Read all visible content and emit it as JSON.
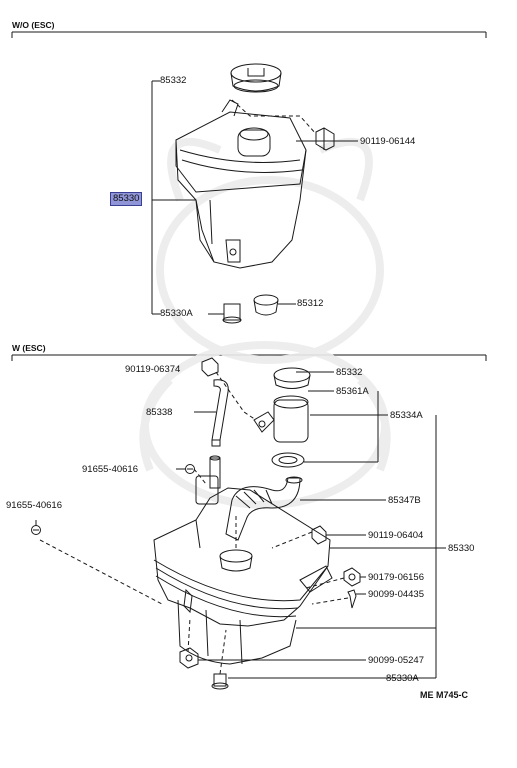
{
  "sections": {
    "top": {
      "header": "W/O (ESC)",
      "labels": {
        "p85332": "85332",
        "p85330": "85330",
        "p90119_06144": "90119-06144",
        "p85330A": "85330A",
        "p85312": "85312"
      }
    },
    "bottom": {
      "header": "W (ESC)",
      "labels": {
        "p90119_06374": "90119-06374",
        "p85332": "85332",
        "p85361A": "85361A",
        "p85338": "85338",
        "p85334A": "85334A",
        "p91655_40616_a": "91655-40616",
        "p91655_40616_b": "91655-40616",
        "p85347B": "85347B",
        "p90119_06404": "90119-06404",
        "p85330": "85330",
        "p90179_06156": "90179-06156",
        "p90099_04435": "90099-04435",
        "p90099_05247": "90099-05247",
        "p85330A": "85330A"
      }
    }
  },
  "reference_code": "ME M745-C",
  "highlight_color": "#8f95d6"
}
